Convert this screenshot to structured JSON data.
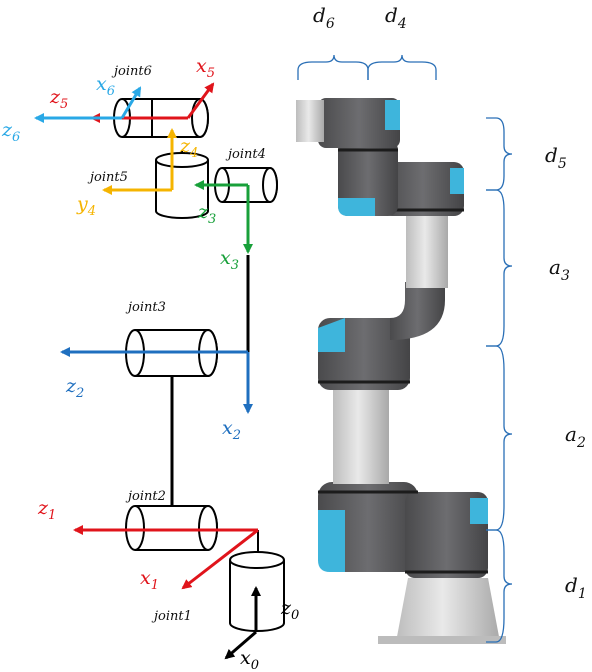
{
  "colors": {
    "red": "#e0141b",
    "blue": "#1f6fbf",
    "green": "#18a03a",
    "orange": "#f5b400",
    "cyan": "#29a8e6",
    "black": "#000000",
    "robot_dark": "#5e5e60",
    "robot_light": "#cfcfcf",
    "robot_accent": "#3eb5dc"
  },
  "joints": [
    {
      "id": "joint1",
      "label": "joint1"
    },
    {
      "id": "joint2",
      "label": "joint2"
    },
    {
      "id": "joint3",
      "label": "joint3"
    },
    {
      "id": "joint4",
      "label": "joint4"
    },
    {
      "id": "joint5",
      "label": "joint5"
    },
    {
      "id": "joint6",
      "label": "joint6"
    }
  ],
  "axes": [
    {
      "id": "z0",
      "base": "z",
      "sub": "0",
      "color": "black"
    },
    {
      "id": "x0",
      "base": "x",
      "sub": "0",
      "color": "black"
    },
    {
      "id": "z1",
      "base": "z",
      "sub": "1",
      "color": "red"
    },
    {
      "id": "x1",
      "base": "x",
      "sub": "1",
      "color": "red"
    },
    {
      "id": "z2",
      "base": "z",
      "sub": "2",
      "color": "blue"
    },
    {
      "id": "x2",
      "base": "x",
      "sub": "2",
      "color": "blue"
    },
    {
      "id": "z3",
      "base": "z",
      "sub": "3",
      "color": "green"
    },
    {
      "id": "x3",
      "base": "x",
      "sub": "3",
      "color": "green"
    },
    {
      "id": "z4",
      "base": "z",
      "sub": "4",
      "color": "orange"
    },
    {
      "id": "y4",
      "base": "y",
      "sub": "4",
      "color": "orange"
    },
    {
      "id": "z5",
      "base": "z",
      "sub": "5",
      "color": "red"
    },
    {
      "id": "x5",
      "base": "x",
      "sub": "5",
      "color": "red"
    },
    {
      "id": "z6",
      "base": "z",
      "sub": "6",
      "color": "cyan"
    },
    {
      "id": "x6",
      "base": "x",
      "sub": "6",
      "color": "cyan"
    }
  ],
  "dimensions": [
    {
      "id": "d6",
      "base": "d",
      "sub": "6"
    },
    {
      "id": "d4",
      "base": "d",
      "sub": "4"
    },
    {
      "id": "d5",
      "base": "d",
      "sub": "5"
    },
    {
      "id": "a3",
      "base": "a",
      "sub": "3"
    },
    {
      "id": "a2",
      "base": "a",
      "sub": "2"
    },
    {
      "id": "d1",
      "base": "d",
      "sub": "1"
    }
  ]
}
